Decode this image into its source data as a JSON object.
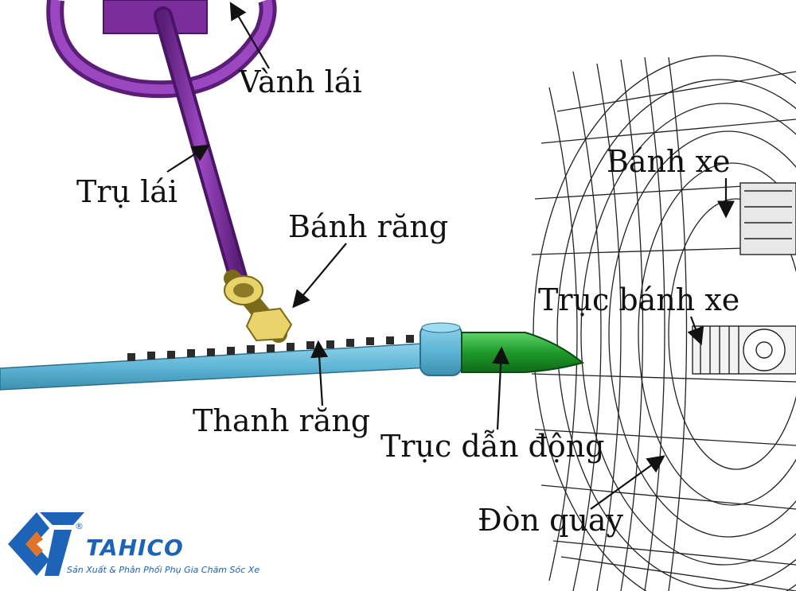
{
  "labels": {
    "vanh_lai": "Vành lái",
    "tru_lai": "Trụ lái",
    "banh_rang": "Bánh răng",
    "banh_xe": "Bánh xe",
    "truc_banh_xe": "Trục bánh xe",
    "thanh_rang": "Thanh răng",
    "truc_dan_dong": "Trục dẫn động",
    "don_quay": "Đòn quay"
  },
  "logo": {
    "brand": "TAHICO",
    "registered": "®",
    "tagline": "Sản Xuất & Phân Phối Phụ Gia Chăm Sóc Xe"
  },
  "colors": {
    "steering": "#7a2d9b",
    "rack": "#5fb6d6",
    "drive_shaft": "#1f9a2a",
    "pinion": "#e8d46a",
    "wheel_lines": "#222222",
    "brand": "#1d63b8"
  }
}
